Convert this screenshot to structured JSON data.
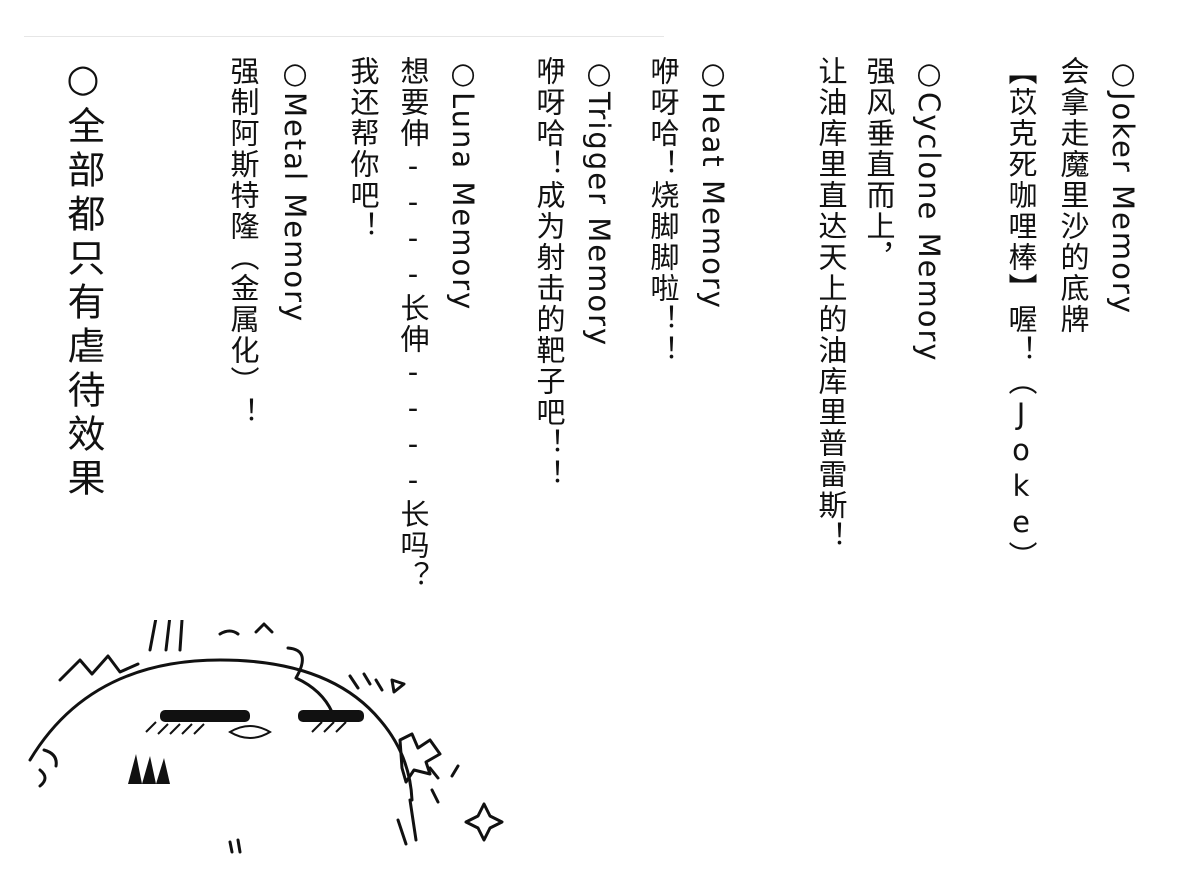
{
  "lines": [
    {
      "id": "joker-title",
      "text": "○Joker Memory"
    },
    {
      "id": "joker-1",
      "text": "会拿走魔里沙的底牌"
    },
    {
      "id": "joker-2",
      "text": "【苡克死咖哩棒】喔！（Joke）"
    },
    {
      "id": "cyclone-title",
      "text": "○Cyclone Memory"
    },
    {
      "id": "cyclone-1",
      "text": "强风垂直而上，"
    },
    {
      "id": "cyclone-2",
      "text": "让油库里直达天上的油库里普雷斯！"
    },
    {
      "id": "heat-title",
      "text": "○Heat Memory"
    },
    {
      "id": "heat-1",
      "text": "咿呀哈！烧脚脚啦！！"
    },
    {
      "id": "trigger-title",
      "text": "○Trigger Memory"
    },
    {
      "id": "trigger-1",
      "text": "咿呀哈！成为射击的靶子吧！！"
    },
    {
      "id": "luna-title",
      "text": "○Luna Memory"
    },
    {
      "id": "luna-1",
      "text": "想要伸----长伸----长吗？"
    },
    {
      "id": "luna-2",
      "text": "我还帮你吧！"
    },
    {
      "id": "metal-title",
      "text": "○Metal Memory"
    },
    {
      "id": "metal-1",
      "text": "强制阿斯特隆（金属化）！"
    },
    {
      "id": "all-title",
      "text": "○全部都只有虐待效果"
    }
  ],
  "colors": {
    "ink": "#111111",
    "paper": "#ffffff"
  },
  "illustration": "yukkuri-character-sketch"
}
